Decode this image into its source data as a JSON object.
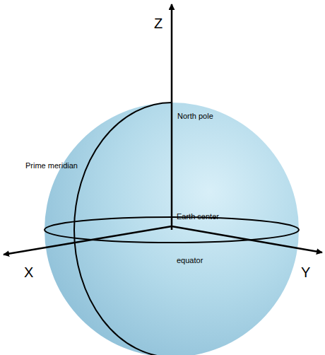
{
  "diagram": {
    "labels": [
      "Z",
      "North pole",
      "Prime meridian",
      "Earth center",
      "equator",
      "X",
      "Y"
    ]
  }
}
